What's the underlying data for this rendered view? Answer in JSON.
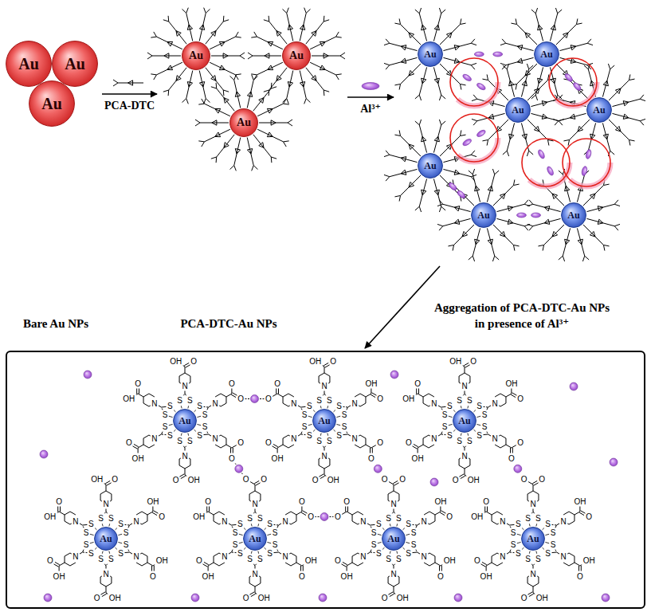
{
  "diagram": {
    "nodes": [
      {
        "text": [
          "Bare Au NPs"
        ]
      },
      {
        "text": [
          "Au"
        ],
        "in": 0
      },
      {
        "text": [
          "Au"
        ],
        "in": 0
      },
      {
        "text": [
          "Au"
        ],
        "in": 0
      },
      {
        "text": [
          "PCA-DTC-Au NPs"
        ]
      },
      {
        "text": [
          "Au"
        ],
        "in": 4
      },
      {
        "text": [
          "Au"
        ],
        "in": 4
      },
      {
        "text": [
          "Au"
        ],
        "in": 4
      },
      {
        "text": [
          "Aggregation of PCA-DTC-Au NPs in presence of Al³⁺"
        ]
      },
      {
        "text": [
          "Au"
        ],
        "in": 8
      },
      {
        "text": [
          "Au"
        ],
        "in": 8
      },
      {
        "text": [
          "Au"
        ],
        "in": 8
      },
      {
        "text": [
          "Au"
        ],
        "in": 8
      },
      {
        "text": [
          "Au"
        ],
        "in": 8
      },
      {
        "text": [
          "Au"
        ],
        "in": 8
      },
      {
        "text": [
          "Au"
        ],
        "in": 8
      },
      {
        "text": [
          "Au"
        ]
      },
      {
        "text": [
          "Au"
        ]
      },
      {
        "text": [
          "Au"
        ]
      },
      {
        "text": [
          "Au"
        ]
      },
      {
        "text": [
          "Au"
        ]
      },
      {
        "text": [
          "Au"
        ]
      },
      {
        "text": [
          "Au"
        ]
      }
    ],
    "edges": [
      {
        "from": 0,
        "to": 4,
        "label": "PCA-DTC",
        "arrow": "to"
      },
      {
        "from": 4,
        "to": 8,
        "label": "Al³⁺",
        "arrow": "to"
      }
    ],
    "labels": [
      "S",
      "S",
      "N",
      "O",
      "OH",
      "S",
      "S",
      "N",
      "O",
      "O",
      "S",
      "S",
      "N",
      "O",
      "O",
      "S",
      "S",
      "N",
      "O",
      "OH",
      "S",
      "S",
      "N",
      "O",
      "OH",
      "S",
      "S",
      "N",
      "O",
      "OH",
      "S",
      "S",
      "N",
      "O",
      "OH",
      "S",
      "S",
      "N",
      "O",
      "OH",
      "S",
      "S",
      "N",
      "O",
      "O",
      "S",
      "S",
      "N",
      "O",
      "OH",
      "S",
      "S",
      "N",
      "O",
      "OH",
      "S",
      "S",
      "N",
      "O",
      "O",
      "S",
      "S",
      "N",
      "O",
      "OH",
      "S",
      "S",
      "N",
      "O",
      "OH",
      "S",
      "S",
      "N",
      "O",
      "O",
      "S",
      "S",
      "N",
      "O",
      "OH",
      "S",
      "S",
      "N",
      "O",
      "OH",
      "S",
      "S",
      "N",
      "O",
      "OH",
      "S",
      "S",
      "N",
      "O",
      "OH",
      "S",
      "S",
      "N",
      "O",
      "OH",
      "S",
      "S",
      "N",
      "O",
      "OH",
      "S",
      "S",
      "N",
      "O",
      "OH",
      "S",
      "S",
      "N",
      "O",
      "OH",
      "S",
      "S",
      "N",
      "O",
      "OH",
      "S",
      "S",
      "N",
      "O",
      "O",
      "S",
      "S",
      "N",
      "O",
      "O",
      "S",
      "S",
      "N",
      "O",
      "OH",
      "S",
      "S",
      "N",
      "O",
      "OH",
      "S",
      "S",
      "N",
      "O",
      "OH",
      "S",
      "S",
      "N",
      "O",
      "OH",
      "S",
      "S",
      "N",
      "O",
      "O",
      "S",
      "S",
      "N",
      "O",
      "OH",
      "S",
      "S",
      "N",
      "O",
      "OH",
      "S",
      "S",
      "N",
      "O",
      "OH",
      "S",
      "S",
      "N",
      "O",
      "OH",
      "S",
      "S",
      "N",
      "O",
      "O",
      "S",
      "S",
      "N",
      "O",
      "O",
      "S",
      "S",
      "N",
      "O",
      "OH",
      "S",
      "S",
      "N",
      "O",
      "OH",
      "S",
      "S",
      "N",
      "O",
      "OH",
      "S",
      "S",
      "N",
      "O",
      "OH",
      "S",
      "S",
      "N",
      "O",
      "OH"
    ]
  }
}
